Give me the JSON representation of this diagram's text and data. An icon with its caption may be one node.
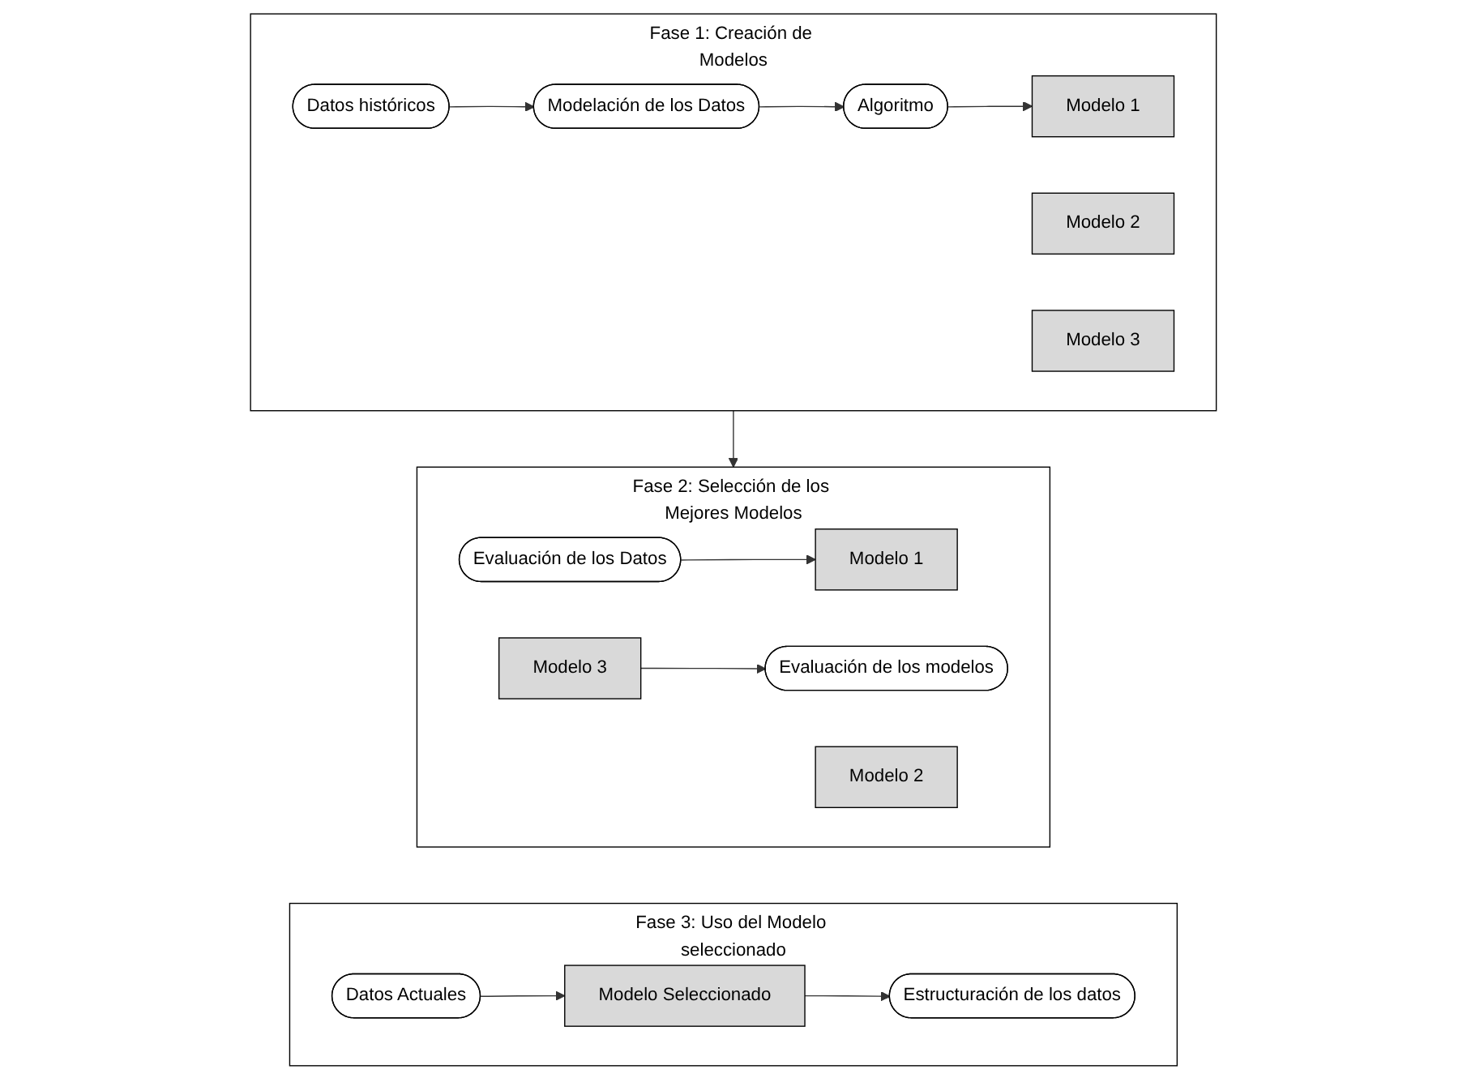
{
  "diagram": {
    "nodes": [
      {
        "text": [
          "Fase 1: Creación de Modelos"
        ]
      },
      {
        "text": [
          "Datos históricos"
        ],
        "in": 0
      },
      {
        "text": [
          "Modelación de los Datos"
        ],
        "in": 0
      },
      {
        "text": [
          "Algoritmo"
        ],
        "in": 0
      },
      {
        "text": [
          "Modelo 1"
        ],
        "in": 0
      },
      {
        "text": [
          "Modelo 2"
        ],
        "in": 0
      },
      {
        "text": [
          "Modelo 3"
        ],
        "in": 0
      },
      {
        "text": [
          "Fase 2: Selección de los Mejores Modelos"
        ]
      },
      {
        "text": [
          "Evaluación de los Datos"
        ],
        "in": 7
      },
      {
        "text": [
          "Modelo 1"
        ],
        "in": 7
      },
      {
        "text": [
          "Modelo 2"
        ],
        "in": 7
      },
      {
        "text": [
          "Modelo 3"
        ],
        "in": 7
      },
      {
        "text": [
          "Evaluación de los modelos"
        ],
        "in": 7
      },
      {
        "text": [
          "Fase 3: Uso del Modelo seleccionado"
        ]
      },
      {
        "text": [
          "Datos Actuales"
        ],
        "in": 13
      },
      {
        "text": [
          "Modelo Seleccionado"
        ],
        "in": 13
      },
      {
        "text": [
          "Estructuración de los datos"
        ],
        "in": 13
      }
    ],
    "edges": [
      {
        "from": 1,
        "to": 2,
        "arrow": "to"
      },
      {
        "from": 2,
        "to": 3,
        "arrow": "to"
      },
      {
        "from": 3,
        "to": 4,
        "arrow": "to"
      },
      {
        "from": 0,
        "to": 7,
        "arrow": "to"
      },
      {
        "from": 8,
        "to": 9,
        "arrow": "to"
      },
      {
        "from": 11,
        "to": 12,
        "arrow": "to"
      },
      {
        "from": 14,
        "to": 15,
        "arrow": "to"
      },
      {
        "from": 15,
        "to": 16,
        "arrow": "to"
      }
    ]
  }
}
